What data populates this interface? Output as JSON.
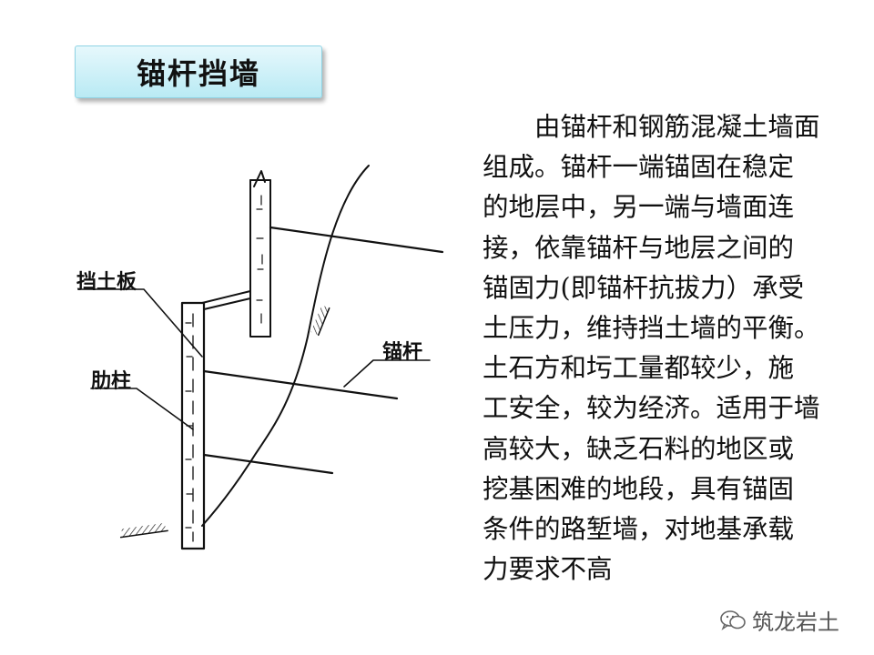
{
  "title": "锚杆挡墙",
  "description_lines": [
    "由锚杆和钢筋混凝土墙面",
    "组成。锚杆一端锚固在稳定",
    "的地层中，另一端与墙面连",
    "接，依靠锚杆与地层之间的",
    "锚固力(即锚杆抗拔力）承受",
    "土压力，维持挡土墙的平衡。",
    "土石方和圬工量都较少，施",
    "工安全，较为经济。适用于墙",
    "高较大，缺乏石料的地区或",
    "挖基困难的地段，具有锚固",
    "条件的路堑墙，对地基承载",
    "力要求不高"
  ],
  "diagram": {
    "labels": {
      "retaining_plate": "挡土板",
      "rib_column": "肋柱",
      "anchor_rod": "锚杆"
    }
  },
  "watermark": {
    "text": "筑龙岩土",
    "icon": "wechat-icon"
  }
}
